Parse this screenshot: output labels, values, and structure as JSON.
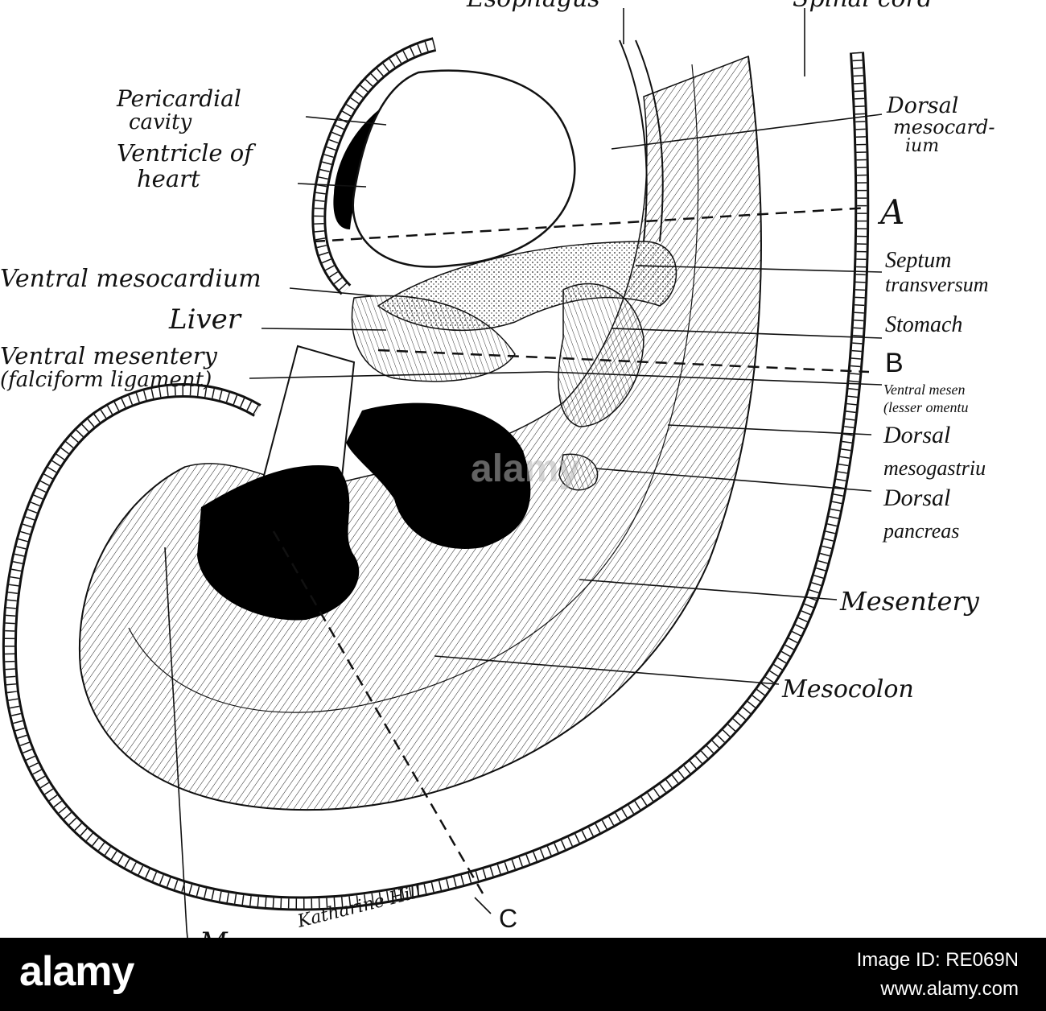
{
  "labels": {
    "esophagus": "Esophagus",
    "spinal_cord": "Spinal cord",
    "pericardial_cavity_1": "Pericardial",
    "pericardial_cavity_2": "cavity",
    "ventricle_1": "Ventricle of",
    "ventricle_2": "heart",
    "dorsal_mesocardium_1": "Dorsal",
    "dorsal_mesocardium_2": "mesocard-",
    "dorsal_mesocardium_3": "ium",
    "letter_a": "A",
    "ventral_mesocardium": "Ventral mesocardium",
    "septum_1": "Septum",
    "septum_2": "transversum",
    "liver": "Liver",
    "stomach": "Stomach",
    "ventral_mesentery_1": "Ventral mesentery",
    "ventral_mesentery_2": "(falciform ligament)",
    "letter_b": "B",
    "ventral_mesentery_r1": "Ventral mesen",
    "ventral_mesentery_r2": "(lesser omentu",
    "dorsal_mesogastrium_1": "Dorsal",
    "dorsal_mesogastrium_2": "mesogastriu",
    "dorsal_pancreas_1": "Dorsal",
    "dorsal_pancreas_2": "pancreas",
    "mesentery": "Mesentery",
    "mesocolon": "Mesocolon",
    "letter_c": "C",
    "artist": "Katharine Hill",
    "bottom_cut": "M"
  },
  "watermark": "alamy",
  "footer": {
    "brand": "alamy",
    "image_id": "Image ID: RE069N",
    "url": "www.alamy.com"
  },
  "colors": {
    "ink": "#111111",
    "footer_bg": "#000000",
    "footer_text": "#ffffff"
  }
}
